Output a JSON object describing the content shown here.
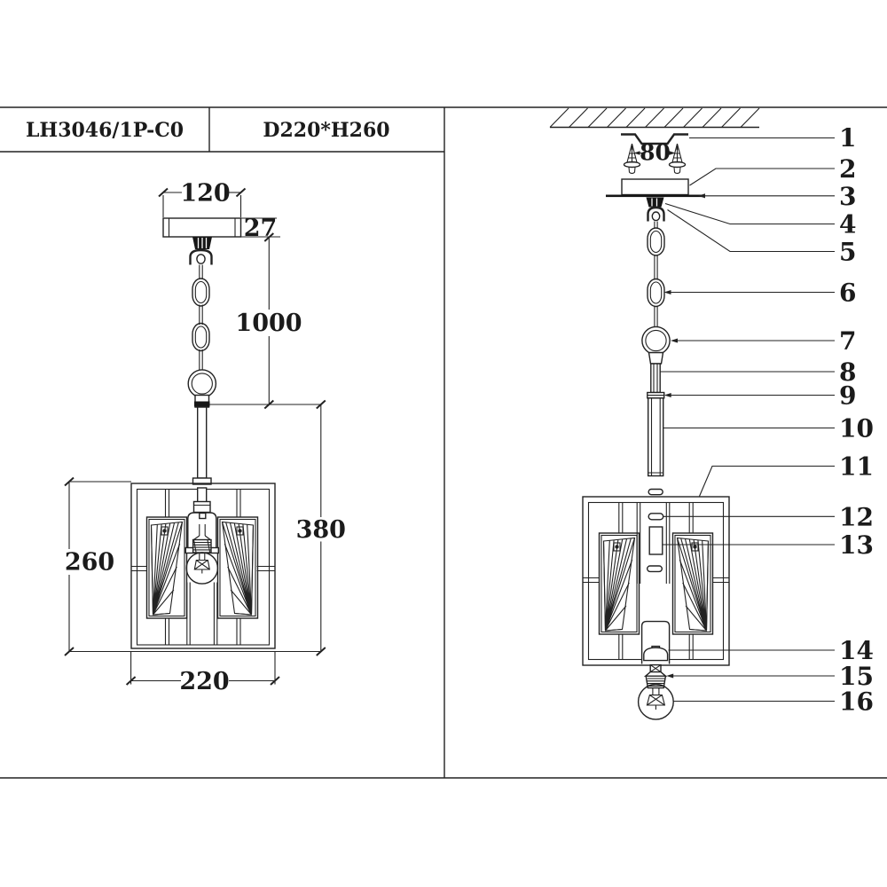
{
  "title_block": {
    "model": "LH3046/1P-C0",
    "size": "D220*H260"
  },
  "dimensions": {
    "canopy_width": "120",
    "canopy_height": "27",
    "chain_drop": "1000",
    "body_drop": "380",
    "body_height": "260",
    "body_width": "220",
    "screw_spacing": "80"
  },
  "callouts": [
    "1",
    "2",
    "3",
    "4",
    "5",
    "6",
    "7",
    "8",
    "9",
    "10",
    "11",
    "12",
    "13",
    "14",
    "15",
    "16"
  ]
}
